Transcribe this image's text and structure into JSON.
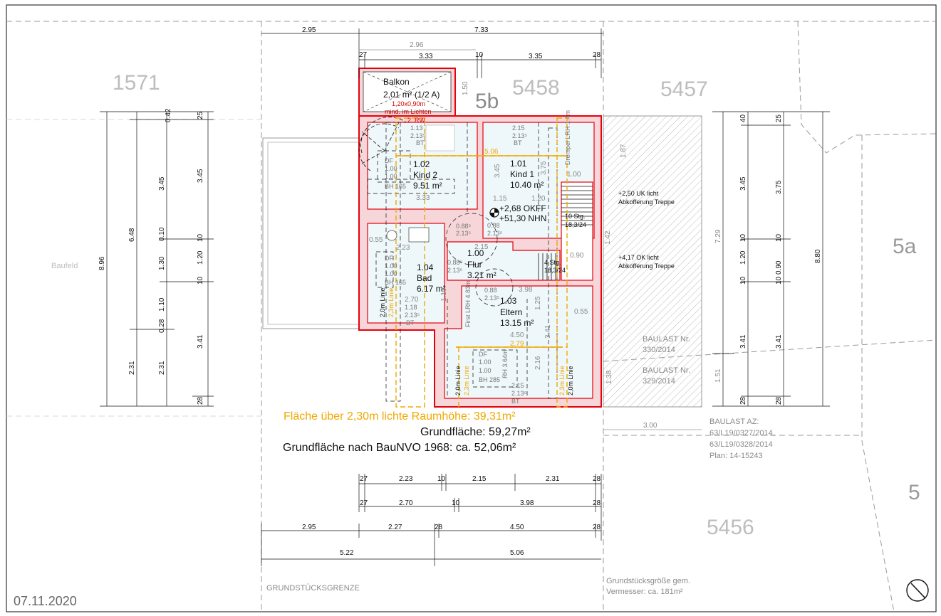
{
  "parcels": {
    "p1571": "1571",
    "p5458": "5458",
    "p5457": "5457",
    "p5b": "5b",
    "p5a": "5a",
    "p5": "5",
    "p5456": "5456"
  },
  "labels": {
    "baufeld": "Baufeld",
    "grenze": "GRUNDSTÜCKSGRENZE",
    "date": "07.11.2020",
    "grundstueck_1": "Grundstücksgröße gem.",
    "grundstueck_2": "Vermesser: ca. 181m²",
    "baulast_az": [
      "BAULAST AZ:",
      "63/L19/0327/2014,",
      "63/L19/0328/2014",
      "Plan: 14-15243"
    ],
    "baulast_1": [
      "BAULAST Nr.",
      "330/2014"
    ],
    "baulast_2": [
      "BAULAST Nr.",
      "329/2014"
    ],
    "note_upper": [
      "+2,50 UK licht",
      "Abkofferung Treppe"
    ],
    "note_lower": [
      "+4,17 OK licht",
      "Abkofferung Treppe"
    ]
  },
  "summary": {
    "flaeche_230": "Fläche über 2,30m lichte Raumhöhe: 39,31m²",
    "grundflaeche": "Grundfläche: 59,27m²",
    "baunvo": "Grundfläche nach BauNVO 1968: ca. 52,06m²"
  },
  "rooms": {
    "balkon": {
      "name": "Balkon",
      "area": "2,01 m² (1/2 A)",
      "note1": "1,20x0,90m",
      "note2": "mind. im Lichten",
      "rw": "2. RW"
    },
    "kind2": {
      "num": "1.02",
      "name": "Kind 2",
      "area": "9.51 m²"
    },
    "kind1": {
      "num": "1.01",
      "name": "Kind 1",
      "area": "10.40 m²"
    },
    "flur": {
      "num": "1.00",
      "name": "Flur",
      "area": "3.21 m²"
    },
    "bad": {
      "num": "1.04",
      "name": "Bad",
      "area": "6.17 m²"
    },
    "eltern": {
      "num": "1.03",
      "name": "Eltern",
      "area": "13.15 m²"
    },
    "okff": "+2,68 OKFF",
    "nhn": "+51,30 NHN"
  },
  "stairs": {
    "s1": "10 Stg.",
    "s1b": "18,3/24",
    "s2": "4 Stg.",
    "s2b": "18,3/24"
  },
  "dims_top": {
    "r1": [
      "2.95",
      "7.33"
    ],
    "r2": [
      "2.96"
    ],
    "r3": [
      "27",
      "3.33",
      "10",
      "3.35",
      "28"
    ]
  },
  "dims_bottom": {
    "r1": [
      "27",
      "2.23",
      "10",
      "2.15",
      "2.31",
      "28"
    ],
    "r2": [
      "27",
      "2.70",
      "10",
      "3.98",
      "28"
    ],
    "r3": [
      "2.95",
      "2.27",
      "28",
      "4.50",
      "28"
    ],
    "r4": [
      "5.22",
      "5.06"
    ],
    "r5": [
      "3.00"
    ]
  },
  "dims_left": {
    "c1": [
      "8.96"
    ],
    "c2": [
      "0.42",
      "6.48",
      "2.31"
    ],
    "c3": [
      "3.45",
      "0.10",
      "1.30",
      "1.10",
      "0.28",
      "2.31"
    ],
    "c4": [
      "25",
      "3.45",
      "10",
      "1.20",
      "10",
      "3.41",
      "28"
    ]
  },
  "dims_right": {
    "c1": [
      "7.29",
      "1.51"
    ],
    "c2": [
      "40",
      "3.45",
      "10",
      "1.20",
      "10",
      "3.41",
      "28"
    ],
    "c3": [
      "25",
      "3.75",
      "10",
      "0.90",
      "10",
      "3.41",
      "28"
    ],
    "c4": [
      "8.80"
    ]
  },
  "inner_dims": {
    "d506": "5.06",
    "d333": "3.33",
    "d223": "2.23",
    "d270": "2.70",
    "d398": "3.98",
    "d450": "4.50",
    "d279": "2.79",
    "d215": "2.15",
    "d115": "1.15",
    "d120": "1.20",
    "d100": "1.00",
    "d090": "0.90",
    "d055a": "0.55",
    "d055b": "0.55",
    "d345": "3.45",
    "d375": "3.75",
    "d187": "1.87",
    "d216": "2.16",
    "d341": "3.41",
    "d125": "1.25",
    "d110": "1.10",
    "d150": "1.50",
    "d142": "1.42",
    "d138": "1.38"
  },
  "windows": {
    "w1": [
      "1.13",
      "2.13⁵",
      "BT"
    ],
    "w2": [
      "2.15",
      "2.13⁵",
      "BT"
    ],
    "w3": [
      "1.18",
      "2.13⁵",
      "BT"
    ],
    "w4": [
      "2.15",
      "2.13⁵",
      "BT"
    ],
    "w5": [
      "0.88⁵",
      "2.13⁵"
    ],
    "w6": [
      "0.88",
      "2.13⁵"
    ],
    "w7": [
      "0.88⁵",
      "2.13⁵"
    ],
    "w8": [
      "0.88",
      "2.13⁵"
    ],
    "df1": [
      "DF",
      "1.00",
      "1.00",
      "BH 165"
    ],
    "df2": [
      "DF",
      "1.00",
      "1.00",
      "BH 165"
    ],
    "df3": [
      "DF",
      "1.00",
      "1.00",
      "BH 285"
    ]
  },
  "lines": {
    "l20": "2,0m Linie",
    "l23": "2,3m Linie",
    "drempel": "Drempel LRH 1.4m",
    "first": "First LRH 4.83m",
    "bh": "RH 3.64m"
  },
  "icons": {
    "compass": "north-arrow-icon"
  }
}
